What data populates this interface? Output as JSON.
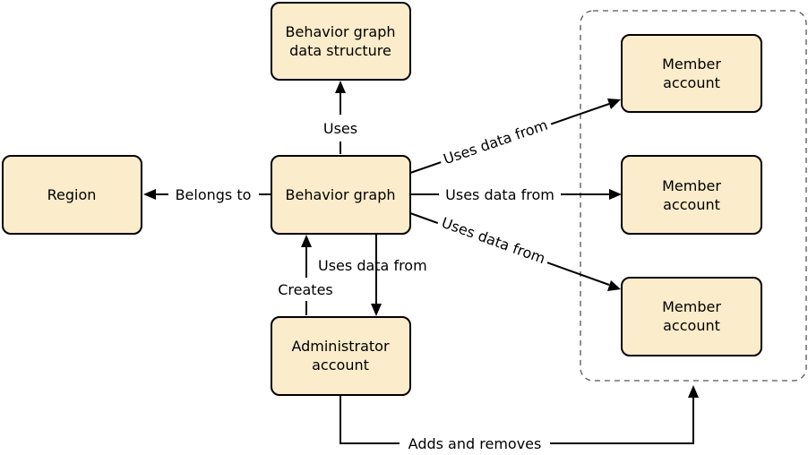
{
  "nodes": {
    "behavior_graph_data_structure": {
      "lines": [
        "Behavior graph",
        "data structure"
      ]
    },
    "region": {
      "lines": [
        "Region"
      ]
    },
    "behavior_graph": {
      "lines": [
        "Behavior graph"
      ]
    },
    "administrator_account": {
      "lines": [
        "Administrator",
        "account"
      ]
    },
    "member_account_1": {
      "lines": [
        "Member",
        "account"
      ]
    },
    "member_account_2": {
      "lines": [
        "Member",
        "account"
      ]
    },
    "member_account_3": {
      "lines": [
        "Member",
        "account"
      ]
    }
  },
  "edges": {
    "uses": "Uses",
    "belongs_to": "Belongs to",
    "uses_data_from_member_1": "Uses data from",
    "uses_data_from_member_2": "Uses data from",
    "uses_data_from_member_3": "Uses data from",
    "uses_data_from_admin": "Uses data from",
    "creates": "Creates",
    "adds_and_removes": "Adds and removes"
  },
  "colors": {
    "node_fill": "#fbeccb",
    "stroke": "#000000",
    "group_border": "#555555"
  }
}
